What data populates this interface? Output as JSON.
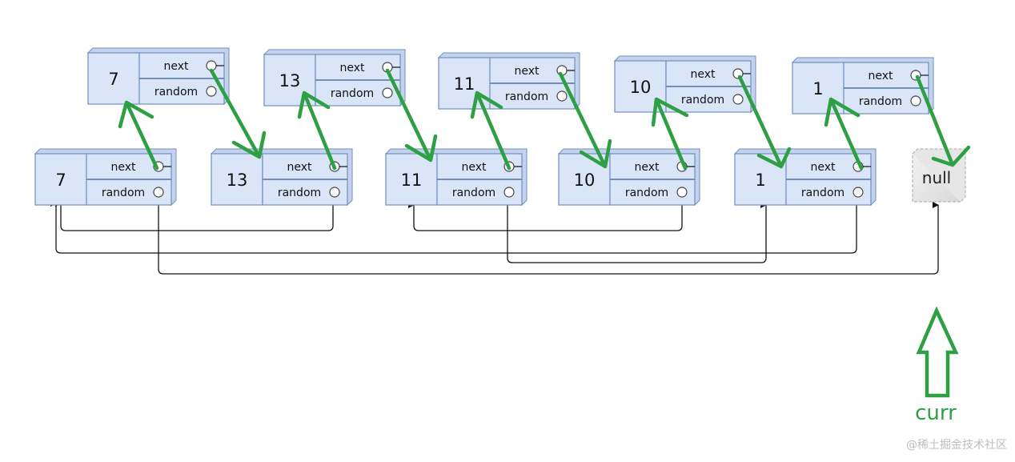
{
  "copied_nodes": [
    {
      "value": "7",
      "next_label": "next",
      "random_label": "random"
    },
    {
      "value": "13",
      "next_label": "next",
      "random_label": "random"
    },
    {
      "value": "11",
      "next_label": "next",
      "random_label": "random"
    },
    {
      "value": "10",
      "next_label": "next",
      "random_label": "random"
    },
    {
      "value": "1",
      "next_label": "next",
      "random_label": "random"
    }
  ],
  "original_nodes": [
    {
      "value": "7",
      "next_label": "next",
      "random_label": "random"
    },
    {
      "value": "13",
      "next_label": "next",
      "random_label": "random"
    },
    {
      "value": "11",
      "next_label": "next",
      "random_label": "random"
    },
    {
      "value": "10",
      "next_label": "next",
      "random_label": "random"
    },
    {
      "value": "1",
      "next_label": "next",
      "random_label": "random"
    }
  ],
  "null_label": "null",
  "pointer_label": "curr",
  "watermark": "@稀土掘金技术社区",
  "colors": {
    "node_fill": "#dae6f8",
    "node_side": "#c3d3ee",
    "node_stroke": "#6f8fc0",
    "green_arrow": "#2ea043",
    "random_link": "#111111"
  }
}
